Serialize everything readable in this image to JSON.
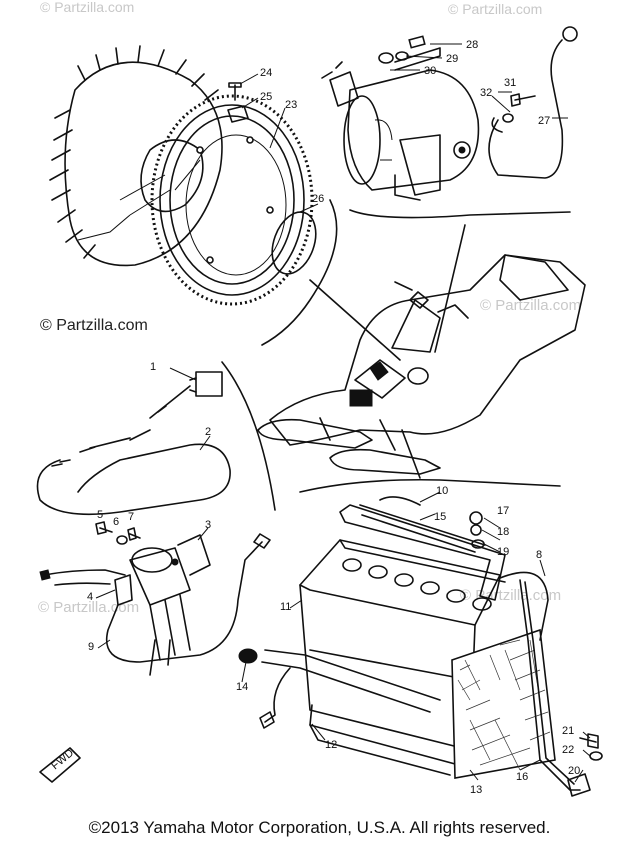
{
  "watermarks": {
    "site": "© Partzilla.com"
  },
  "part_labels": [
    "1",
    "2",
    "3",
    "4",
    "5",
    "6",
    "7",
    "8",
    "9",
    "10",
    "11",
    "12",
    "13",
    "14",
    "15",
    "16",
    "17",
    "18",
    "19",
    "20",
    "21",
    "22",
    "23",
    "24",
    "25",
    "26",
    "27",
    "28",
    "29",
    "30",
    "31",
    "32"
  ],
  "footer": {
    "copyright": "©2013  Yamaha Motor Corporation, U.S.A. All rights reserved."
  }
}
